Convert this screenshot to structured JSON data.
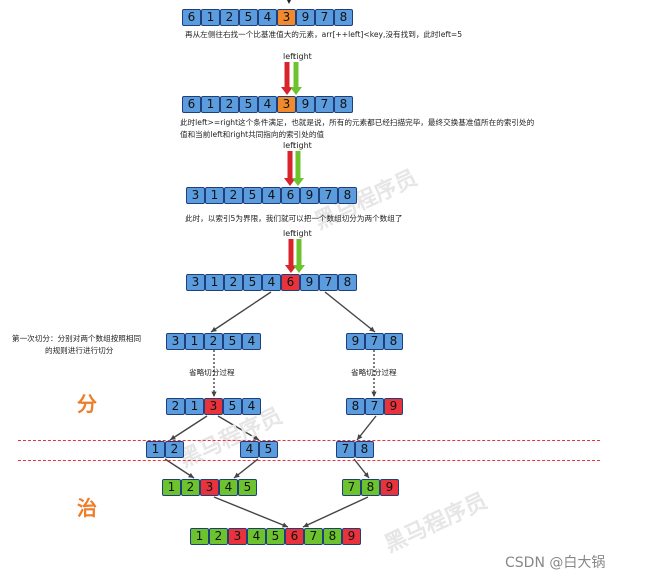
{
  "watermark": "黑马程序员",
  "credit": "CSDN @白大锅",
  "pointer_labels": {
    "left": "left",
    "right": "right"
  },
  "captions": {
    "step1": "再从左侧往右找一个比基准值大的元素，arr[++left]<key,没有找到，此时left=5",
    "step2_line1": "此时left>=right这个条件满足，也就是说，所有的元素都已经扫描完毕，最终交换基准值所在的索引处的",
    "step2_line2": "值和当前left和right共同指向的索引处的值",
    "step3": "此时，以索引5为界限，我们就可以把一个数组切分为两个数组了",
    "first_split_line1": "第一次切分：分别对两个数组按照相同",
    "first_split_line2": "的规则进行进行切分",
    "omit_left": "省略切分过程",
    "omit_right": "省略切分过程"
  },
  "phase_labels": {
    "divide": "分",
    "conquer": "治"
  },
  "arrays": {
    "row1": [
      {
        "v": "6",
        "c": "blue"
      },
      {
        "v": "1",
        "c": "blue"
      },
      {
        "v": "2",
        "c": "blue"
      },
      {
        "v": "5",
        "c": "blue"
      },
      {
        "v": "4",
        "c": "blue"
      },
      {
        "v": "3",
        "c": "orange"
      },
      {
        "v": "9",
        "c": "blue"
      },
      {
        "v": "7",
        "c": "blue"
      },
      {
        "v": "8",
        "c": "blue"
      }
    ],
    "row2": [
      {
        "v": "6",
        "c": "blue"
      },
      {
        "v": "1",
        "c": "blue"
      },
      {
        "v": "2",
        "c": "blue"
      },
      {
        "v": "5",
        "c": "blue"
      },
      {
        "v": "4",
        "c": "blue"
      },
      {
        "v": "3",
        "c": "orange"
      },
      {
        "v": "9",
        "c": "blue"
      },
      {
        "v": "7",
        "c": "blue"
      },
      {
        "v": "8",
        "c": "blue"
      }
    ],
    "row3": [
      {
        "v": "3",
        "c": "blue"
      },
      {
        "v": "1",
        "c": "blue"
      },
      {
        "v": "2",
        "c": "blue"
      },
      {
        "v": "5",
        "c": "blue"
      },
      {
        "v": "4",
        "c": "blue"
      },
      {
        "v": "6",
        "c": "blue"
      },
      {
        "v": "9",
        "c": "blue"
      },
      {
        "v": "7",
        "c": "blue"
      },
      {
        "v": "8",
        "c": "blue"
      }
    ],
    "row4": [
      {
        "v": "3",
        "c": "blue"
      },
      {
        "v": "1",
        "c": "blue"
      },
      {
        "v": "2",
        "c": "blue"
      },
      {
        "v": "5",
        "c": "blue"
      },
      {
        "v": "4",
        "c": "blue"
      },
      {
        "v": "6",
        "c": "red"
      },
      {
        "v": "9",
        "c": "blue"
      },
      {
        "v": "7",
        "c": "blue"
      },
      {
        "v": "8",
        "c": "blue"
      }
    ],
    "split_left": [
      {
        "v": "3",
        "c": "blue"
      },
      {
        "v": "1",
        "c": "blue"
      },
      {
        "v": "2",
        "c": "blue"
      },
      {
        "v": "5",
        "c": "blue"
      },
      {
        "v": "4",
        "c": "blue"
      }
    ],
    "split_right": [
      {
        "v": "9",
        "c": "blue"
      },
      {
        "v": "7",
        "c": "blue"
      },
      {
        "v": "8",
        "c": "blue"
      }
    ],
    "div_left": [
      {
        "v": "2",
        "c": "blue"
      },
      {
        "v": "1",
        "c": "blue"
      },
      {
        "v": "3",
        "c": "red"
      },
      {
        "v": "5",
        "c": "blue"
      },
      {
        "v": "4",
        "c": "blue"
      }
    ],
    "div_right": [
      {
        "v": "8",
        "c": "blue"
      },
      {
        "v": "7",
        "c": "blue"
      },
      {
        "v": "9",
        "c": "red"
      }
    ],
    "leaf_a": [
      {
        "v": "1",
        "c": "blue"
      },
      {
        "v": "2",
        "c": "blue"
      }
    ],
    "leaf_b": [
      {
        "v": "4",
        "c": "blue"
      },
      {
        "v": "5",
        "c": "blue"
      }
    ],
    "leaf_c": [
      {
        "v": "7",
        "c": "blue"
      },
      {
        "v": "8",
        "c": "blue"
      }
    ],
    "merge_left": [
      {
        "v": "1",
        "c": "green"
      },
      {
        "v": "2",
        "c": "green"
      },
      {
        "v": "3",
        "c": "red"
      },
      {
        "v": "4",
        "c": "green"
      },
      {
        "v": "5",
        "c": "green"
      }
    ],
    "merge_right": [
      {
        "v": "7",
        "c": "green"
      },
      {
        "v": "8",
        "c": "green"
      },
      {
        "v": "9",
        "c": "red"
      }
    ],
    "final": [
      {
        "v": "1",
        "c": "green"
      },
      {
        "v": "2",
        "c": "green"
      },
      {
        "v": "3",
        "c": "red"
      },
      {
        "v": "4",
        "c": "green"
      },
      {
        "v": "5",
        "c": "green"
      },
      {
        "v": "6",
        "c": "red"
      },
      {
        "v": "7",
        "c": "green"
      },
      {
        "v": "8",
        "c": "green"
      },
      {
        "v": "9",
        "c": "red"
      }
    ]
  },
  "colors": {
    "blue": "#5b9cdf",
    "orange": "#f08a2c",
    "red": "#e8323c",
    "green": "#6cc32e",
    "accent": "#ee7d2a",
    "dash": "#e8323c",
    "pointer_left": "#d9232d",
    "pointer_right": "#6cc32e"
  }
}
